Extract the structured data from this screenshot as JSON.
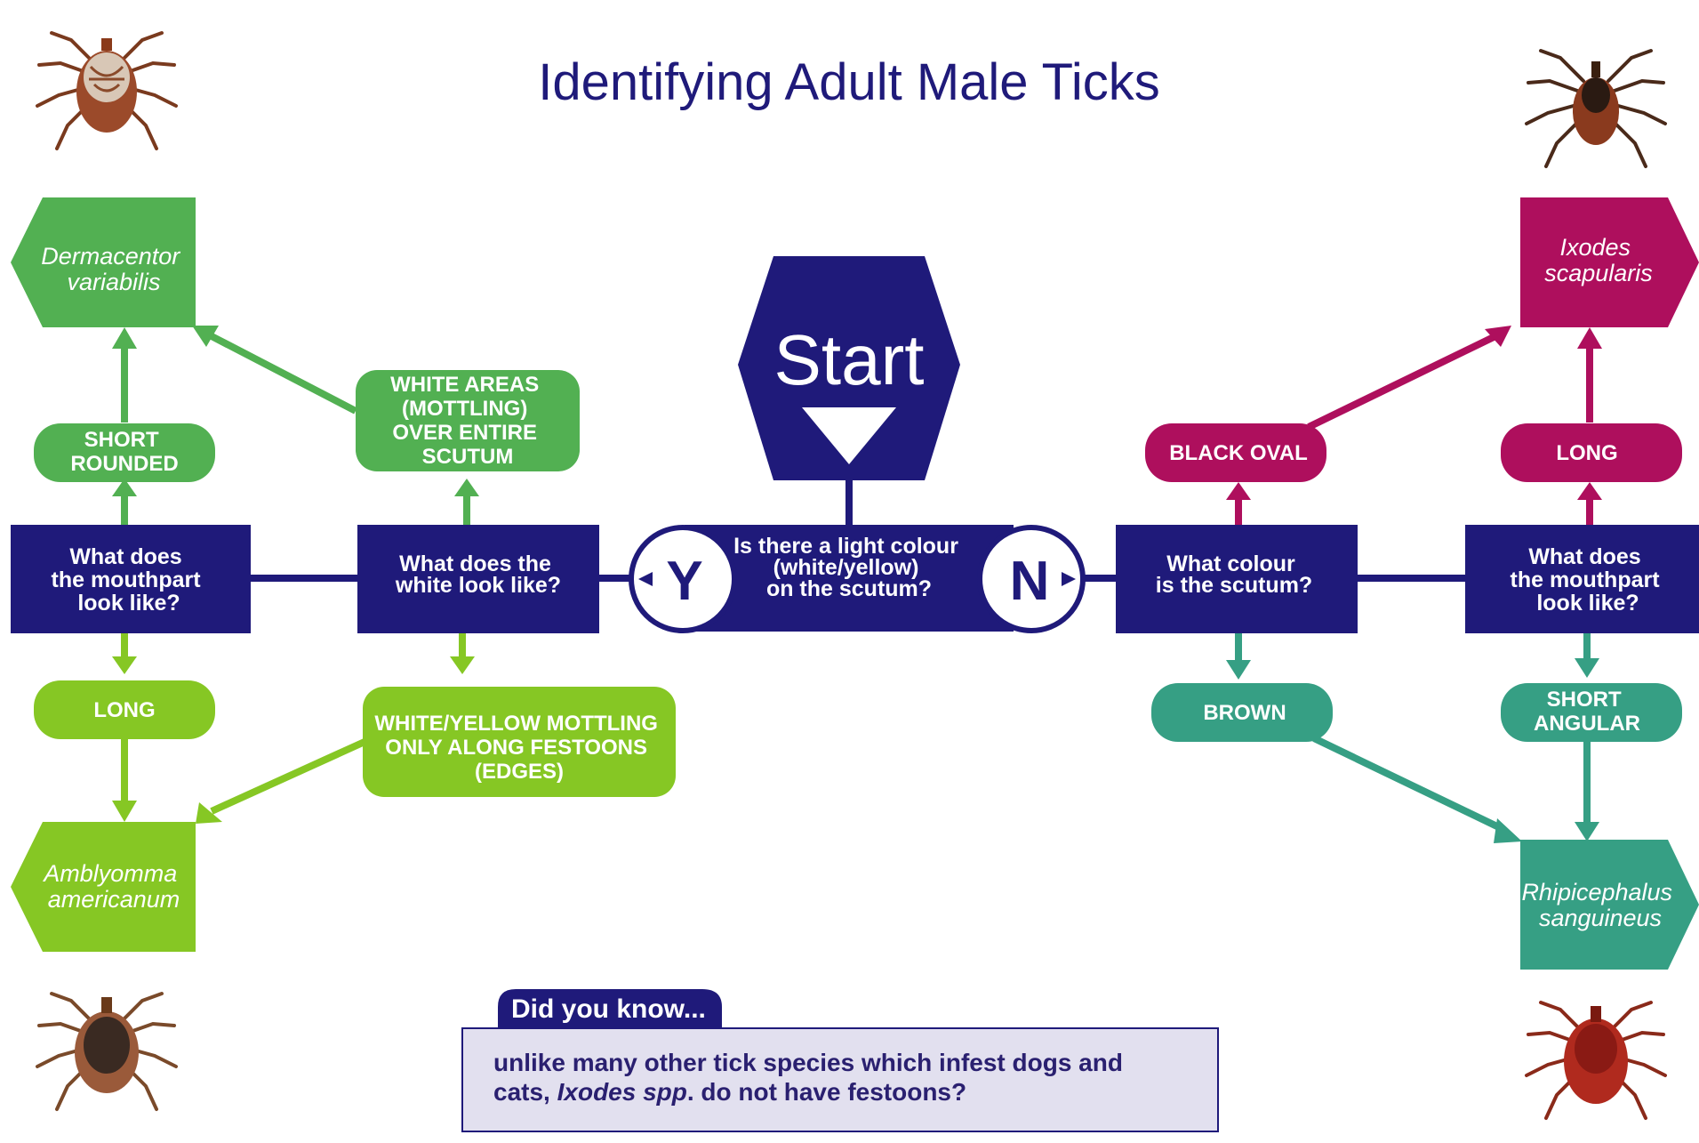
{
  "title": "Identifying Adult Male Ticks",
  "start": {
    "label": "Start",
    "question": [
      "Is there a light colour",
      "(white/yellow)",
      "on the scutum?"
    ],
    "yes": "Y",
    "no": "N"
  },
  "left_branch": {
    "white_question": [
      "What does the",
      "white look like?"
    ],
    "mouth_question": [
      "What does",
      "the mouthpart",
      "look like?"
    ],
    "white_areas": [
      "WHITE AREAS",
      "(MOTTLING)",
      "OVER ENTIRE",
      "SCUTUM"
    ],
    "yellow_mottling": [
      "WHITE/YELLOW MOTTLING",
      "ONLY ALONG FESTOONS",
      "(EDGES)"
    ],
    "short_rounded": [
      "SHORT",
      "ROUNDED"
    ],
    "long": "LONG",
    "species_top": [
      "Dermacentor",
      "variabilis"
    ],
    "species_bottom": [
      "Amblyomma",
      "americanum"
    ]
  },
  "right_branch": {
    "colour_question": [
      "What colour",
      "is the scutum?"
    ],
    "mouth_question": [
      "What does",
      "the mouthpart",
      "look like?"
    ],
    "black_oval": "BLACK OVAL",
    "brown": "BROWN",
    "long": "LONG",
    "short_angular": [
      "SHORT",
      "ANGULAR"
    ],
    "species_top": [
      "Ixodes",
      "scapularis"
    ],
    "species_bottom": [
      "Rhipicephalus",
      "sanguineus"
    ]
  },
  "did_you_know": {
    "label": "Did you know...",
    "text_line1": "unlike many other tick species which infest dogs and",
    "text_line2_prefix": "cats, ",
    "text_line2_italic": "Ixodes spp",
    "text_line2_suffix": ". do not have festoons?"
  },
  "colors": {
    "navy": "#1f1a7a",
    "green": "#52b052",
    "lime": "#86c724",
    "magenta": "#ae0f5d",
    "teal": "#369f84",
    "note_bg": "#e2e0ef"
  },
  "icons": [
    "tick-dermacentor-icon",
    "tick-ixodes-icon",
    "tick-amblyomma-icon",
    "tick-rhipicephalus-icon"
  ]
}
